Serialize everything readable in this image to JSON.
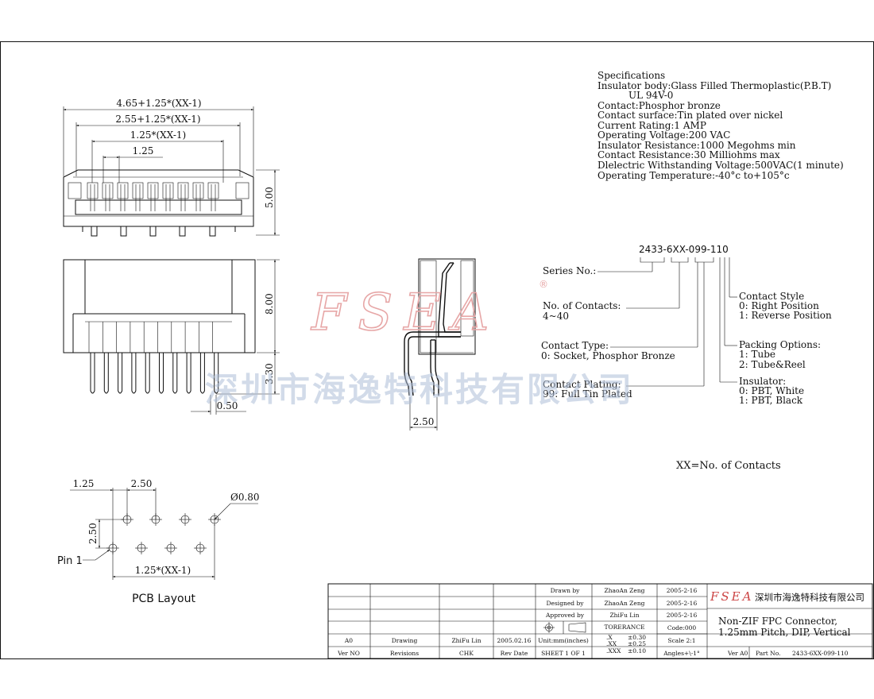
{
  "specs": {
    "title": "Specifications",
    "lines": [
      "Insulator body:Glass Filled Thermoplastic(P.B.T)",
      "UL 94V-0",
      "Contact:Phosphor bronze",
      "Contact surface:Tin plated over nickel",
      "Current Rating:1 AMP",
      "Operating Voltage:200 VAC",
      "Insulator Resistance:1000 Megohms min",
      "Contact Resistance:30 Milliohms max",
      "Dlelectric Withstanding Voltage:500VAC(1 minute)",
      "Operating Temperature:-40°c to+105°c"
    ]
  },
  "front_view": {
    "dim_overall": "4.65+1.25*(XX-1)",
    "dim_inner": "2.55+1.25*(XX-1)",
    "dim_pitch_total": "1.25*(XX-1)",
    "dim_pitch": "1.25",
    "dim_height": "5.00"
  },
  "top_view": {
    "dim_body": "8.00",
    "dim_pin": "3.30",
    "dim_width": "0.50"
  },
  "side_view": {
    "dim_width": "2.50"
  },
  "part_number": {
    "code": "2433-6XX-099-110",
    "series": "Series No.:",
    "contacts_label": "No. of Contacts:",
    "contacts_range": "4~40",
    "contact_type_label": "Contact Type:",
    "contact_type_value": "0: Socket, Phosphor Bronze",
    "plating_label": "Contact Plating:",
    "plating_value": "99: Full Tin Plated",
    "style_label": "Contact Style",
    "style_0": "0: Right Position",
    "style_1": "1: Reverse Position",
    "packing_label": "Packing Options:",
    "packing_1": "1: Tube",
    "packing_2": "2: Tube&Reel",
    "insulator_label": "Insulator:",
    "insulator_0": "0: PBT, White",
    "insulator_1": "1: PBT, Black",
    "note": "XX=No. of Contacts"
  },
  "pcb": {
    "dim_offset": "1.25",
    "dim_pitch": "2.50",
    "dim_hole": "Ø0.80",
    "dim_row": "2.50",
    "pin1": "Pin 1",
    "dim_total": "1.25*(XX-1)",
    "title": "PCB Layout"
  },
  "watermark": {
    "brand": "FSEA",
    "registered": "®",
    "company": "深圳市海逸特科技有限公司"
  },
  "title_block": {
    "drawn_label": "Drawn  by",
    "drawn_name": "ZhaoAn Zeng",
    "drawn_date": "2005-2-16",
    "designed_label": "Designed by",
    "designed_name": "ZhaoAn Zeng",
    "designed_date": "2005-2-16",
    "approved_label": "Approved by",
    "approved_name": "ZhiFu Lin",
    "approved_date": "2005-2-16",
    "tolerance_label": "TORERANCE",
    "tol_x": ".X",
    "tol_x_val": "±0.30",
    "tol_xx": ".XX",
    "tol_xx_val": "±0.25",
    "tol_xxx": ".XXX",
    "tol_xxx_val": "±0.10",
    "code": "Code:000",
    "scale": "Scale 2:1",
    "angles": "Angles+\\-1°",
    "rev_a0": "A0",
    "rev_drawing": "Drawing",
    "rev_chk_name": "ZhiFu Lin",
    "rev_date_val": "2005.02.16",
    "units": "Unit:mm(inches)",
    "hdr_ver": "Ver NO",
    "hdr_revisions": "Revisions",
    "hdr_chk": "CHK",
    "hdr_rev_date": "Rev Date",
    "sheet": "SHEET 1 OF 1",
    "logo": "FSEA",
    "company": "深圳市海逸特科技有限公司",
    "product_line1": "Non-ZIF FPC Connector,",
    "product_line2": "1.25mm Pitch, DIP, Vertical",
    "ver": "Ver A0",
    "part_label": "Part No.",
    "part_no": "2433-6XX-099-110"
  }
}
